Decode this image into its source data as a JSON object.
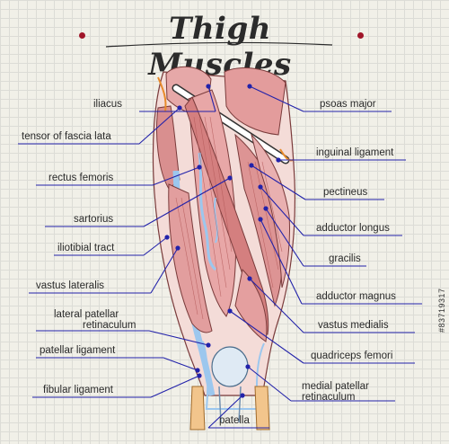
{
  "title": "Thigh Muscles",
  "colors": {
    "accent": "#a0162a",
    "leader": "#2222aa",
    "muscle": "#c97a7a",
    "tendon": "#9cc7ee"
  },
  "labels_left": [
    {
      "id": "iliacus",
      "text": "iliacus"
    },
    {
      "id": "tensor-of-fascia-lata",
      "text": "tensor of fascia lata"
    },
    {
      "id": "rectus-femoris",
      "text": "rectus femoris"
    },
    {
      "id": "sartorius",
      "text": "sartorius"
    },
    {
      "id": "iliotibial-tract",
      "text": "iliotibial tract"
    },
    {
      "id": "vastus-lateralis",
      "text": "vastus lateralis"
    },
    {
      "id": "lateral-patellar-retinaculum",
      "text": "lateral patellar",
      "text2": "retinaculum"
    },
    {
      "id": "patellar-ligament",
      "text": "patellar ligament"
    },
    {
      "id": "fibular-ligament",
      "text": "fibular ligament"
    }
  ],
  "labels_right": [
    {
      "id": "psoas-major",
      "text": "psoas major"
    },
    {
      "id": "inguinal-ligament",
      "text": "inguinal ligament"
    },
    {
      "id": "pectineus",
      "text": "pectineus"
    },
    {
      "id": "adductor-longus",
      "text": "adductor longus"
    },
    {
      "id": "gracilis",
      "text": "gracilis"
    },
    {
      "id": "adductor-magnus",
      "text": "adductor magnus"
    },
    {
      "id": "vastus-medialis",
      "text": "vastus medialis"
    },
    {
      "id": "quadriceps-femori",
      "text": "quadriceps femori"
    },
    {
      "id": "medial-patellar-retinaculum",
      "text": "medial patellar",
      "text2": "retinaculum"
    }
  ],
  "label_bottom": {
    "id": "patella",
    "text": "patella"
  },
  "watermark": "#83719317"
}
